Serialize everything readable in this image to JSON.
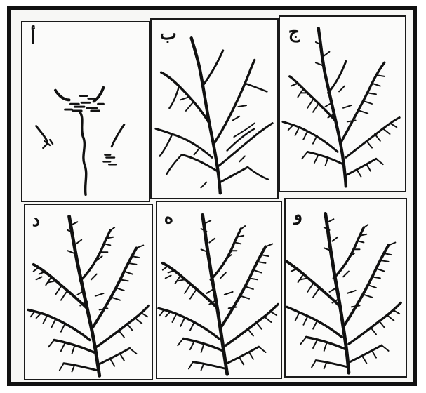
{
  "figure": {
    "panels": [
      {
        "id": "p1",
        "label": "أ"
      },
      {
        "id": "p2",
        "label": "ب"
      },
      {
        "id": "p3",
        "label": "ج"
      },
      {
        "id": "p4",
        "label": "د"
      },
      {
        "id": "p5",
        "label": "ه"
      },
      {
        "id": "p6",
        "label": "و"
      }
    ],
    "colors": {
      "ink": "#111111",
      "paper": "#fbfbfa",
      "frame": "#111111"
    }
  }
}
